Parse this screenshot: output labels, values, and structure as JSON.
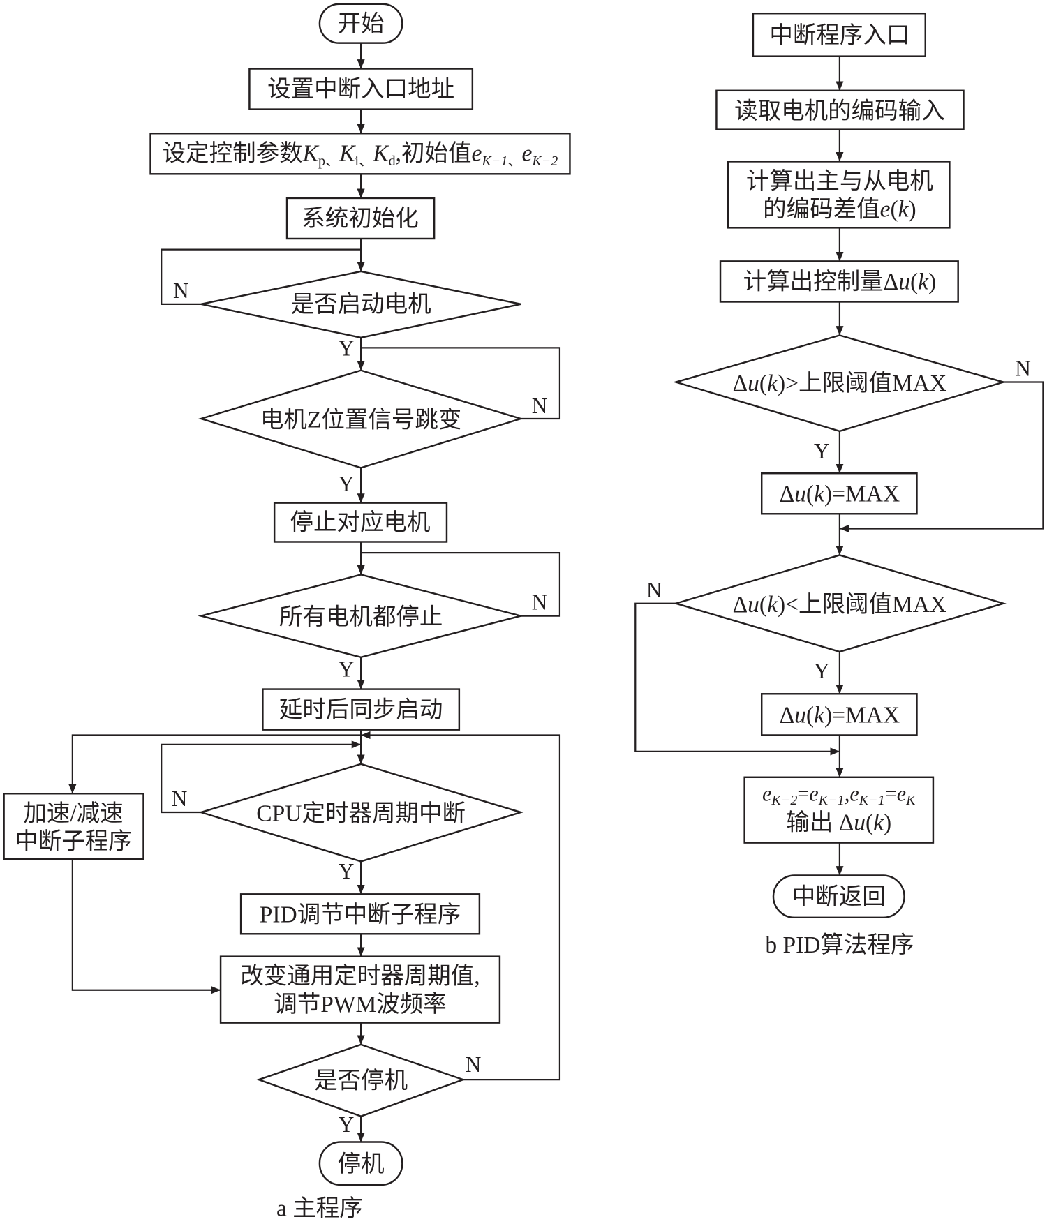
{
  "colors": {
    "stroke": "#231f20",
    "background": "#ffffff"
  },
  "main_program": {
    "caption": "a  主程序",
    "start": "开始",
    "set_interrupt_entry": "设置中断入口地址",
    "set_params": {
      "prefix": "设定控制参数",
      "K": "K",
      "p": "p",
      "i": "i",
      "d": "d",
      "sep": "、",
      "mid": ",初始值",
      "e": "e",
      "k1": "K−1",
      "k2": "K−2"
    },
    "system_init": "系统初始化",
    "start_motor_question": "是否启动电机",
    "z_signal_question": "电机Z位置信号跳变",
    "stop_motor": "停止对应电机",
    "all_stopped_question": "所有电机都停止",
    "delayed_sync_start": "延时后同步启动",
    "cpu_timer_question": "CPU定时器周期中断",
    "accel_decel_line1": "加速/减速",
    "accel_decel_line2": "中断子程序",
    "pid_subroutine": "PID调节中断子程序",
    "change_timer_line1": "改变通用定时器周期值,",
    "change_timer_line2": "调节PWM波频率",
    "stop_question": "是否停机",
    "end": "停机",
    "yes": "Y",
    "no": "N"
  },
  "pid_program": {
    "caption": "b  PID算法程序",
    "entry": "中断程序入口",
    "read_encoder": "读取电机的编码输入",
    "calc_diff_line1": "计算出主与从电机",
    "calc_diff_line2": "的编码差值",
    "e": "e",
    "k": "k",
    "delta": "Δ",
    "u": "u",
    "calc_control": "计算出控制量",
    "upper_check_suffix": ">上限阈值MAX",
    "lower_check_suffix": "<上限阈值MAX",
    "assign_max_suffix": "=MAX",
    "update_e": {
      "K2": "K−2",
      "K1": "K−1",
      "K": "K",
      "eq": "=",
      "comma": ","
    },
    "output": "输出",
    "return": "中断返回",
    "yes": "Y",
    "no": "N"
  }
}
